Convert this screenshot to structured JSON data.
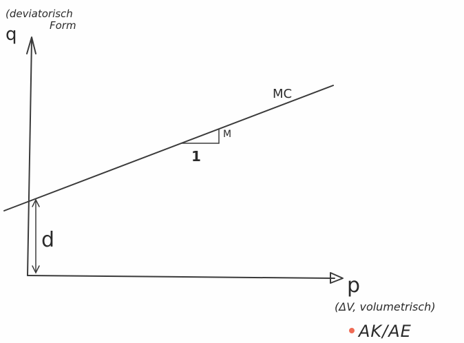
{
  "q_axis": {
    "label": "q",
    "note_line1": "(deviatorisch",
    "note_line2": "Form"
  },
  "p_axis": {
    "label": "p",
    "note": "(ΔV, volumetrisch)"
  },
  "line": {
    "label": "MC"
  },
  "slope": {
    "run_label": "1",
    "rise_label": "M"
  },
  "intercept": {
    "label": "d"
  },
  "footer": {
    "bullet_color": "#ef6b55",
    "text": "AK/AE"
  },
  "ink_color": "#3a3a3a"
}
